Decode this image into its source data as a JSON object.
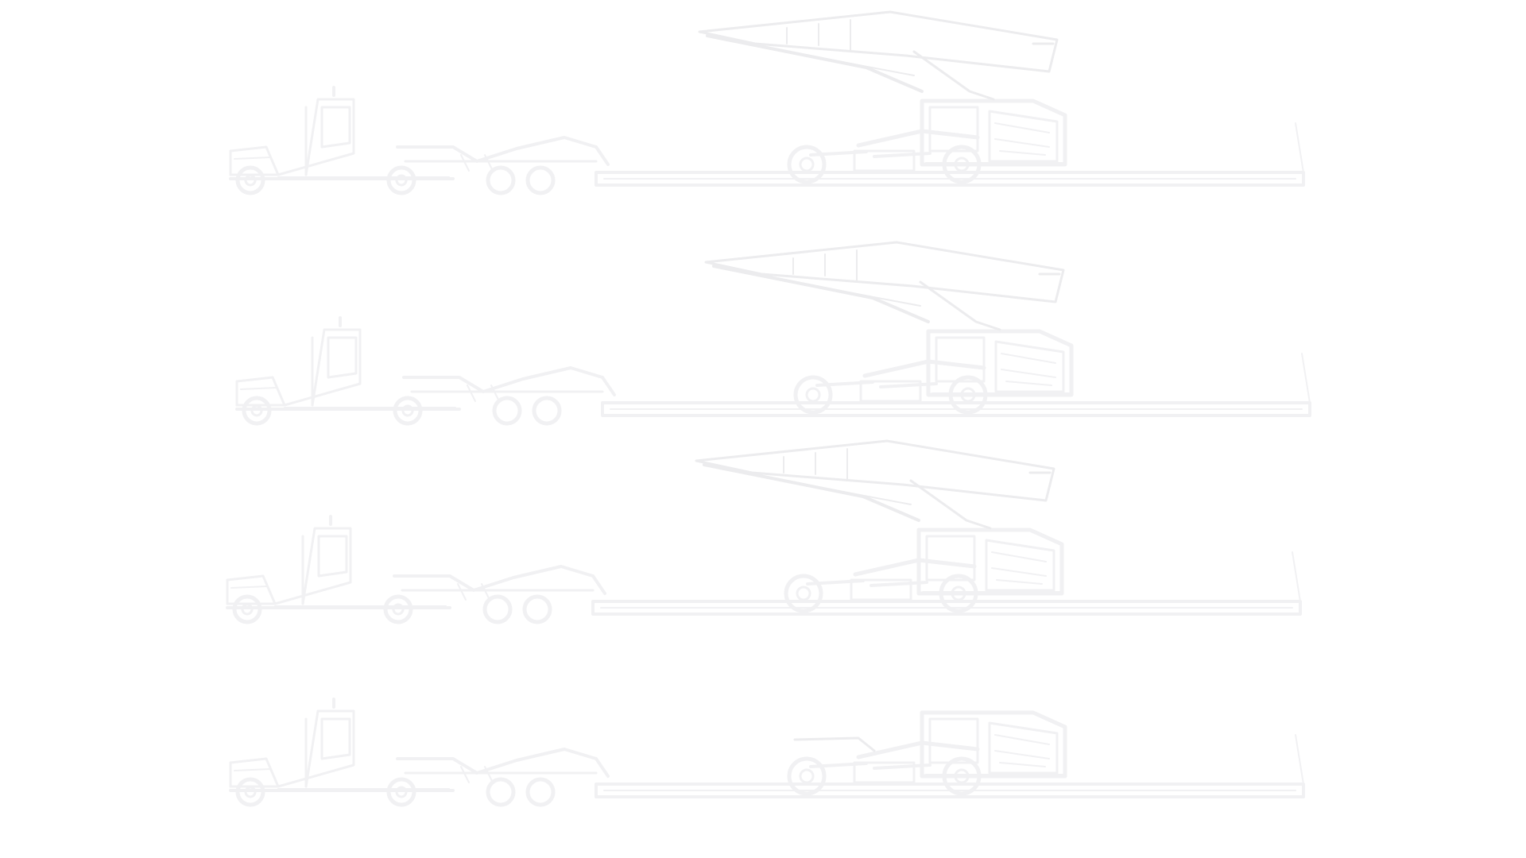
{
  "scene": {
    "background_color": "#ffffff",
    "line_color": "#f1f1f3",
    "line_color_strong": "#ececee",
    "rows": [
      {
        "variant": "boom-raised"
      },
      {
        "variant": "boom-raised"
      },
      {
        "variant": "boom-raised"
      },
      {
        "variant": "boom-lowered"
      }
    ]
  }
}
